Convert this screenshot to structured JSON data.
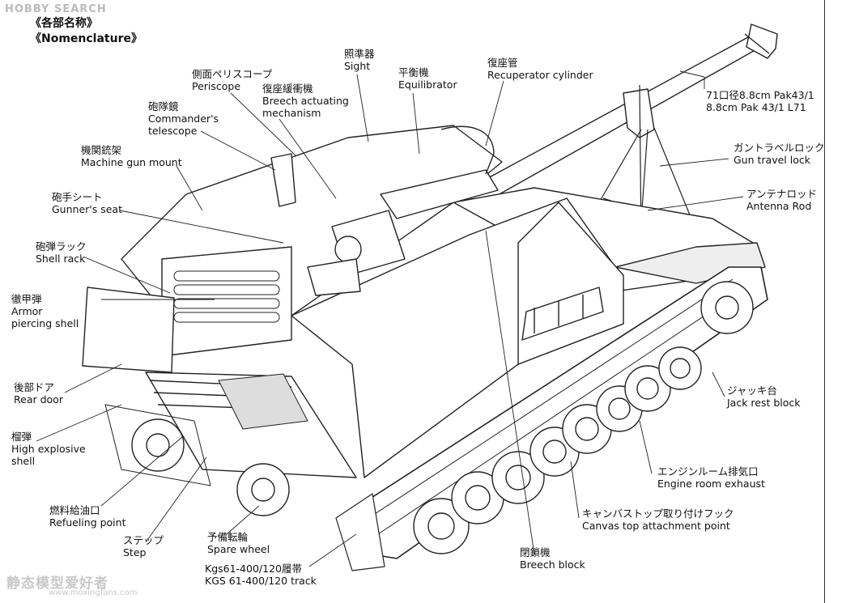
{
  "watermarks": {
    "top_logo": "HOBBY SEARCH",
    "bottom_logo": "静态模型爱好者",
    "bottom_url": "www.moxingfans.com"
  },
  "title": {
    "jp": "《各部名称》",
    "en": "《Nomenclature》"
  },
  "labels": [
    {
      "id": "periscope",
      "jp": "側面ペリスコープ",
      "en": "Periscope"
    },
    {
      "id": "breech-actuating",
      "jp": "復座緩衝機",
      "en": "Breech actuating",
      "en2": "mechanism"
    },
    {
      "id": "sight",
      "jp": "照準器",
      "en": "Sight"
    },
    {
      "id": "equilibrator",
      "jp": "平衡機",
      "en": "Equilibrator"
    },
    {
      "id": "recuperator",
      "jp": "復座管",
      "en": "Recuperator cylinder"
    },
    {
      "id": "main-gun",
      "jp": "71口径8.8cm Pak43/1",
      "en": "8.8cm Pak 43/1 L71"
    },
    {
      "id": "commanders-telescope",
      "jp": "砲隊鏡",
      "en": "Commander's",
      "en2": "telescope"
    },
    {
      "id": "mg-mount",
      "jp": "機関銃架",
      "en": "Machine gun mount"
    },
    {
      "id": "gun-travel-lock",
      "jp": "ガントラベルロック",
      "en": "Gun travel lock"
    },
    {
      "id": "gunners-seat",
      "jp": "砲手シート",
      "en": "Gunner's seat"
    },
    {
      "id": "antenna-rod",
      "jp": "アンテナロッド",
      "en": "Antenna Rod"
    },
    {
      "id": "shell-rack",
      "jp": "砲弾ラック",
      "en": "Shell rack"
    },
    {
      "id": "ap-shell",
      "jp": "徹甲弾",
      "en": "Armor",
      "en2": "piercing shell"
    },
    {
      "id": "rear-door",
      "jp": "後部ドア",
      "en": "Rear door"
    },
    {
      "id": "jack-rest",
      "jp": "ジャッキ台",
      "en": "Jack rest block"
    },
    {
      "id": "he-shell",
      "jp": "榴弾",
      "en": "High explosive",
      "en2": "shell"
    },
    {
      "id": "engine-exhaust",
      "jp": "エンジンルーム排気口",
      "en": "Engine room exhaust"
    },
    {
      "id": "refueling",
      "jp": "燃料給油口",
      "en": "Refueling point"
    },
    {
      "id": "canvas-top",
      "jp": "キャンバストップ取り付けフック",
      "en": "Canvas top attachment point"
    },
    {
      "id": "step",
      "jp": "ステップ",
      "en": "Step"
    },
    {
      "id": "spare-wheel",
      "jp": "予備転輪",
      "en": "Spare wheel"
    },
    {
      "id": "breech-block",
      "jp": "閉鎖機",
      "en": "Breech block"
    },
    {
      "id": "track",
      "jp": "Kgs61-400/120履帯",
      "en": "KGS 61-400/120 track"
    }
  ]
}
